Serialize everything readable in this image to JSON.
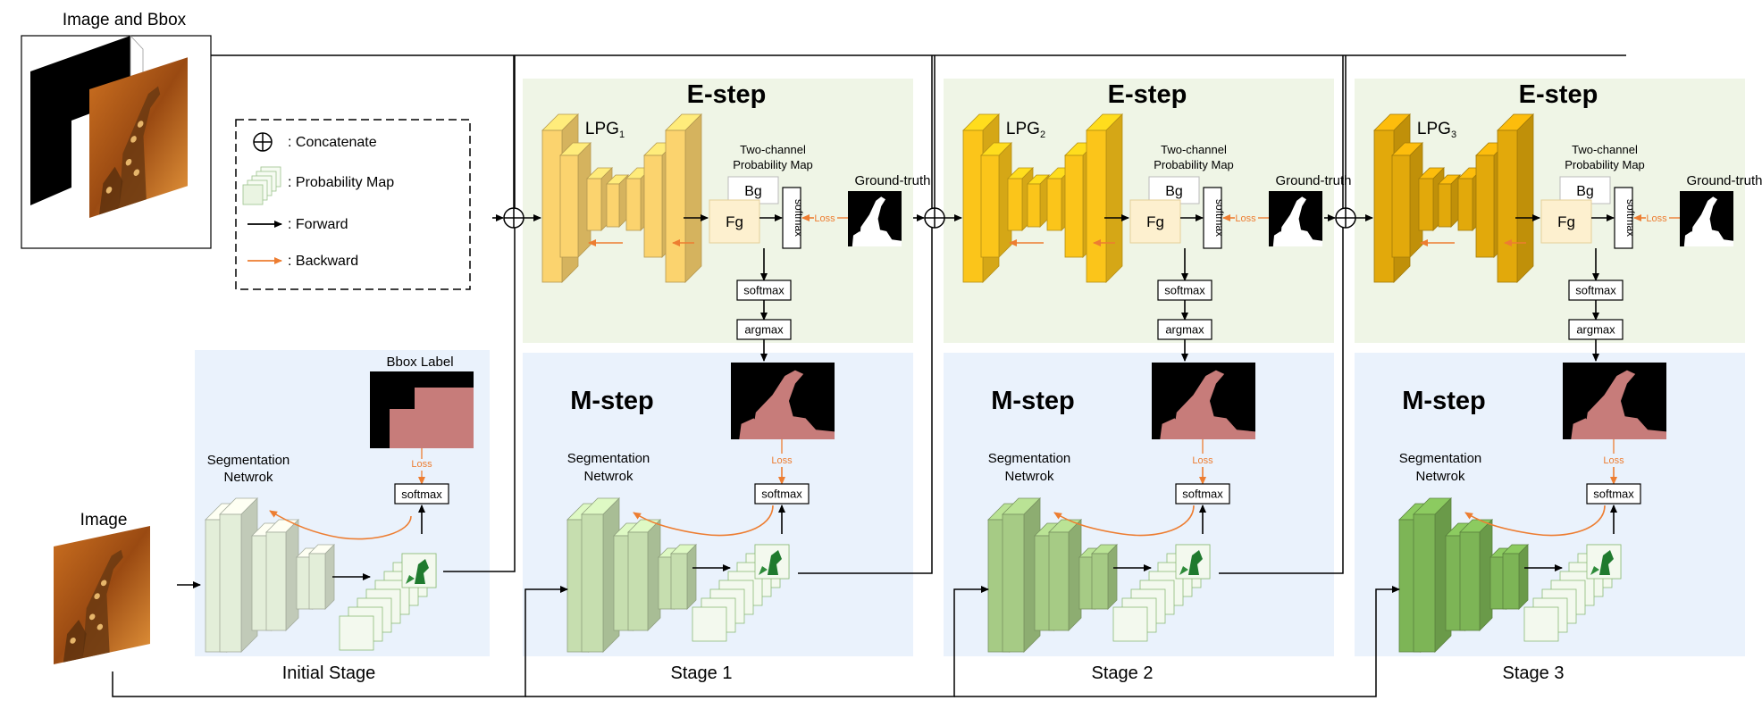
{
  "texts": {
    "image_bbox_title": "Image and Bbox",
    "image_title": "Image",
    "legend": {
      "concatenate": ": Concatenate",
      "probability_map": ": Probability Map",
      "forward": ": Forward",
      "backward": ": Backward"
    },
    "bbox_label": "Bbox Label",
    "loss": "Loss",
    "softmax": "softmax",
    "argmax": "argmax",
    "seg_network_line1": "Segmentation",
    "seg_network_line2": "Netwrok",
    "e_step": "E-step",
    "m_step": "M-step",
    "two_channel_line1": "Two-channel",
    "two_channel_line2": "Probability Map",
    "bg": "Bg",
    "fg": "Fg",
    "ground_truth": "Ground-truth",
    "lpg_prefix": "LPG"
  },
  "stages": [
    {
      "label": "Initial Stage"
    },
    {
      "label": "Stage 1",
      "lpg_index": "1"
    },
    {
      "label": "Stage 2",
      "lpg_index": "2"
    },
    {
      "label": "Stage 3",
      "lpg_index": "3"
    }
  ],
  "colors": {
    "forward": "#000000",
    "backward": "#ED7D31",
    "e_step_bg": "#EFF5E6",
    "m_step_bg": "#EAF2FC",
    "mask": "#C77C7A",
    "lpg_colors": [
      "#FBD36E",
      "#FBC51A",
      "#E2A90B"
    ],
    "seg_colors": [
      "#E3EED9",
      "#C6DEAF",
      "#A6CB85",
      "#7DB556"
    ]
  },
  "icons": [
    "concatenate-icon",
    "probability-map-icon",
    "forward-arrow-icon",
    "backward-arrow-icon",
    "giraffe-image",
    "bbox-mask-icon",
    "ground-truth-mask-icon",
    "pseudo-label-mask-icon"
  ]
}
